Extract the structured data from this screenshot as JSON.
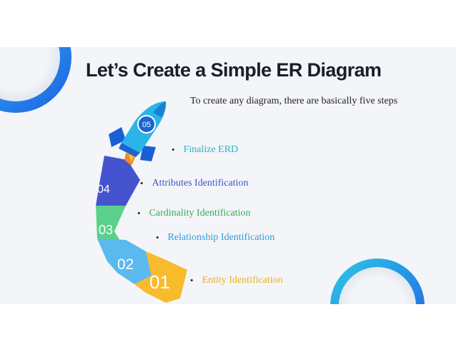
{
  "slide": {
    "title": "Let’s Create a Simple ER Diagram",
    "subtitle": "To create any diagram, there are basically five steps"
  },
  "steps": [
    {
      "number": "01",
      "label": "Entity Identification",
      "color": "#eab021"
    },
    {
      "number": "02",
      "label": "Relationship Identification",
      "color": "#2a9ee0"
    },
    {
      "number": "03",
      "label": "Cardinality Identification",
      "color": "#2fb04e"
    },
    {
      "number": "04",
      "label": "Attributes Identification",
      "color": "#3c55c8"
    },
    {
      "number": "05",
      "label": "Finalize ERD",
      "color": "#2bb3c0"
    }
  ],
  "bullet_symbol": "•",
  "icons": [
    "rocket-icon",
    "decorative-ring-top-left",
    "decorative-ring-bottom-right"
  ],
  "colors": {
    "background": "#f3f5f9",
    "ring_gradient_start": "#2fc3e3",
    "ring_gradient_end": "#1e63e6",
    "rocket_body": "#2ab4e8",
    "rocket_fin": "#1a5fd6"
  }
}
